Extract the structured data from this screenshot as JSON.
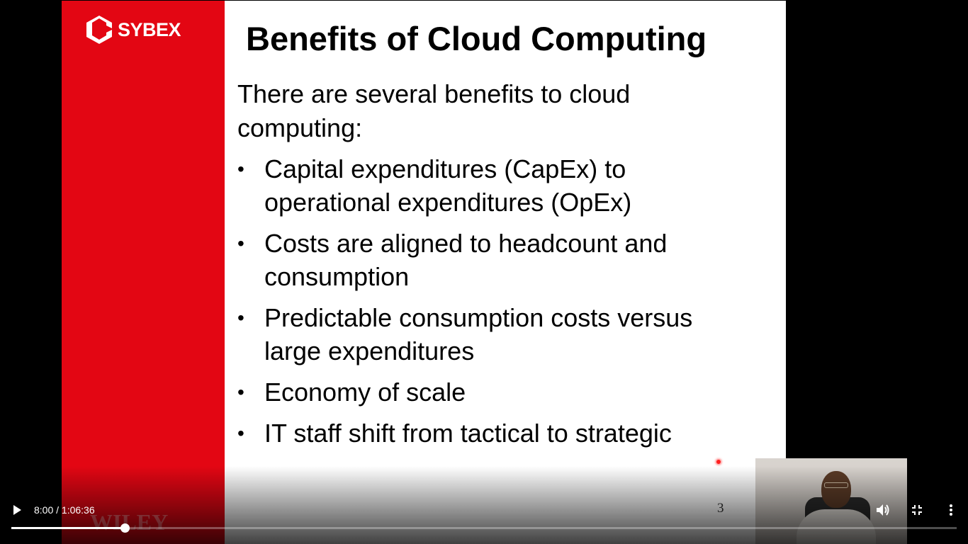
{
  "slide": {
    "logo_text": "SYBEX",
    "footer_logo_text": "WILEY",
    "title": "Benefits of Cloud Computing",
    "intro": "There are several benefits to cloud computing:",
    "bullets": [
      "Capital expenditures (CapEx) to operational expenditures (OpEx)",
      "Costs are aligned to headcount and consumption",
      "Predictable consumption costs versus large expenditures",
      "Economy of scale",
      "IT staff shift from tactical to strategic"
    ],
    "bullet_symbol": "•",
    "page_number": "3",
    "accent_color": "#e30613"
  },
  "player": {
    "current_time": "8:00",
    "separator": " / ",
    "duration": "1:06:36",
    "progress_fraction": 0.1202,
    "icons": {
      "play": "play-icon",
      "volume": "volume-icon",
      "fullscreen": "exit-fullscreen-icon",
      "more": "more-vertical-icon"
    }
  }
}
